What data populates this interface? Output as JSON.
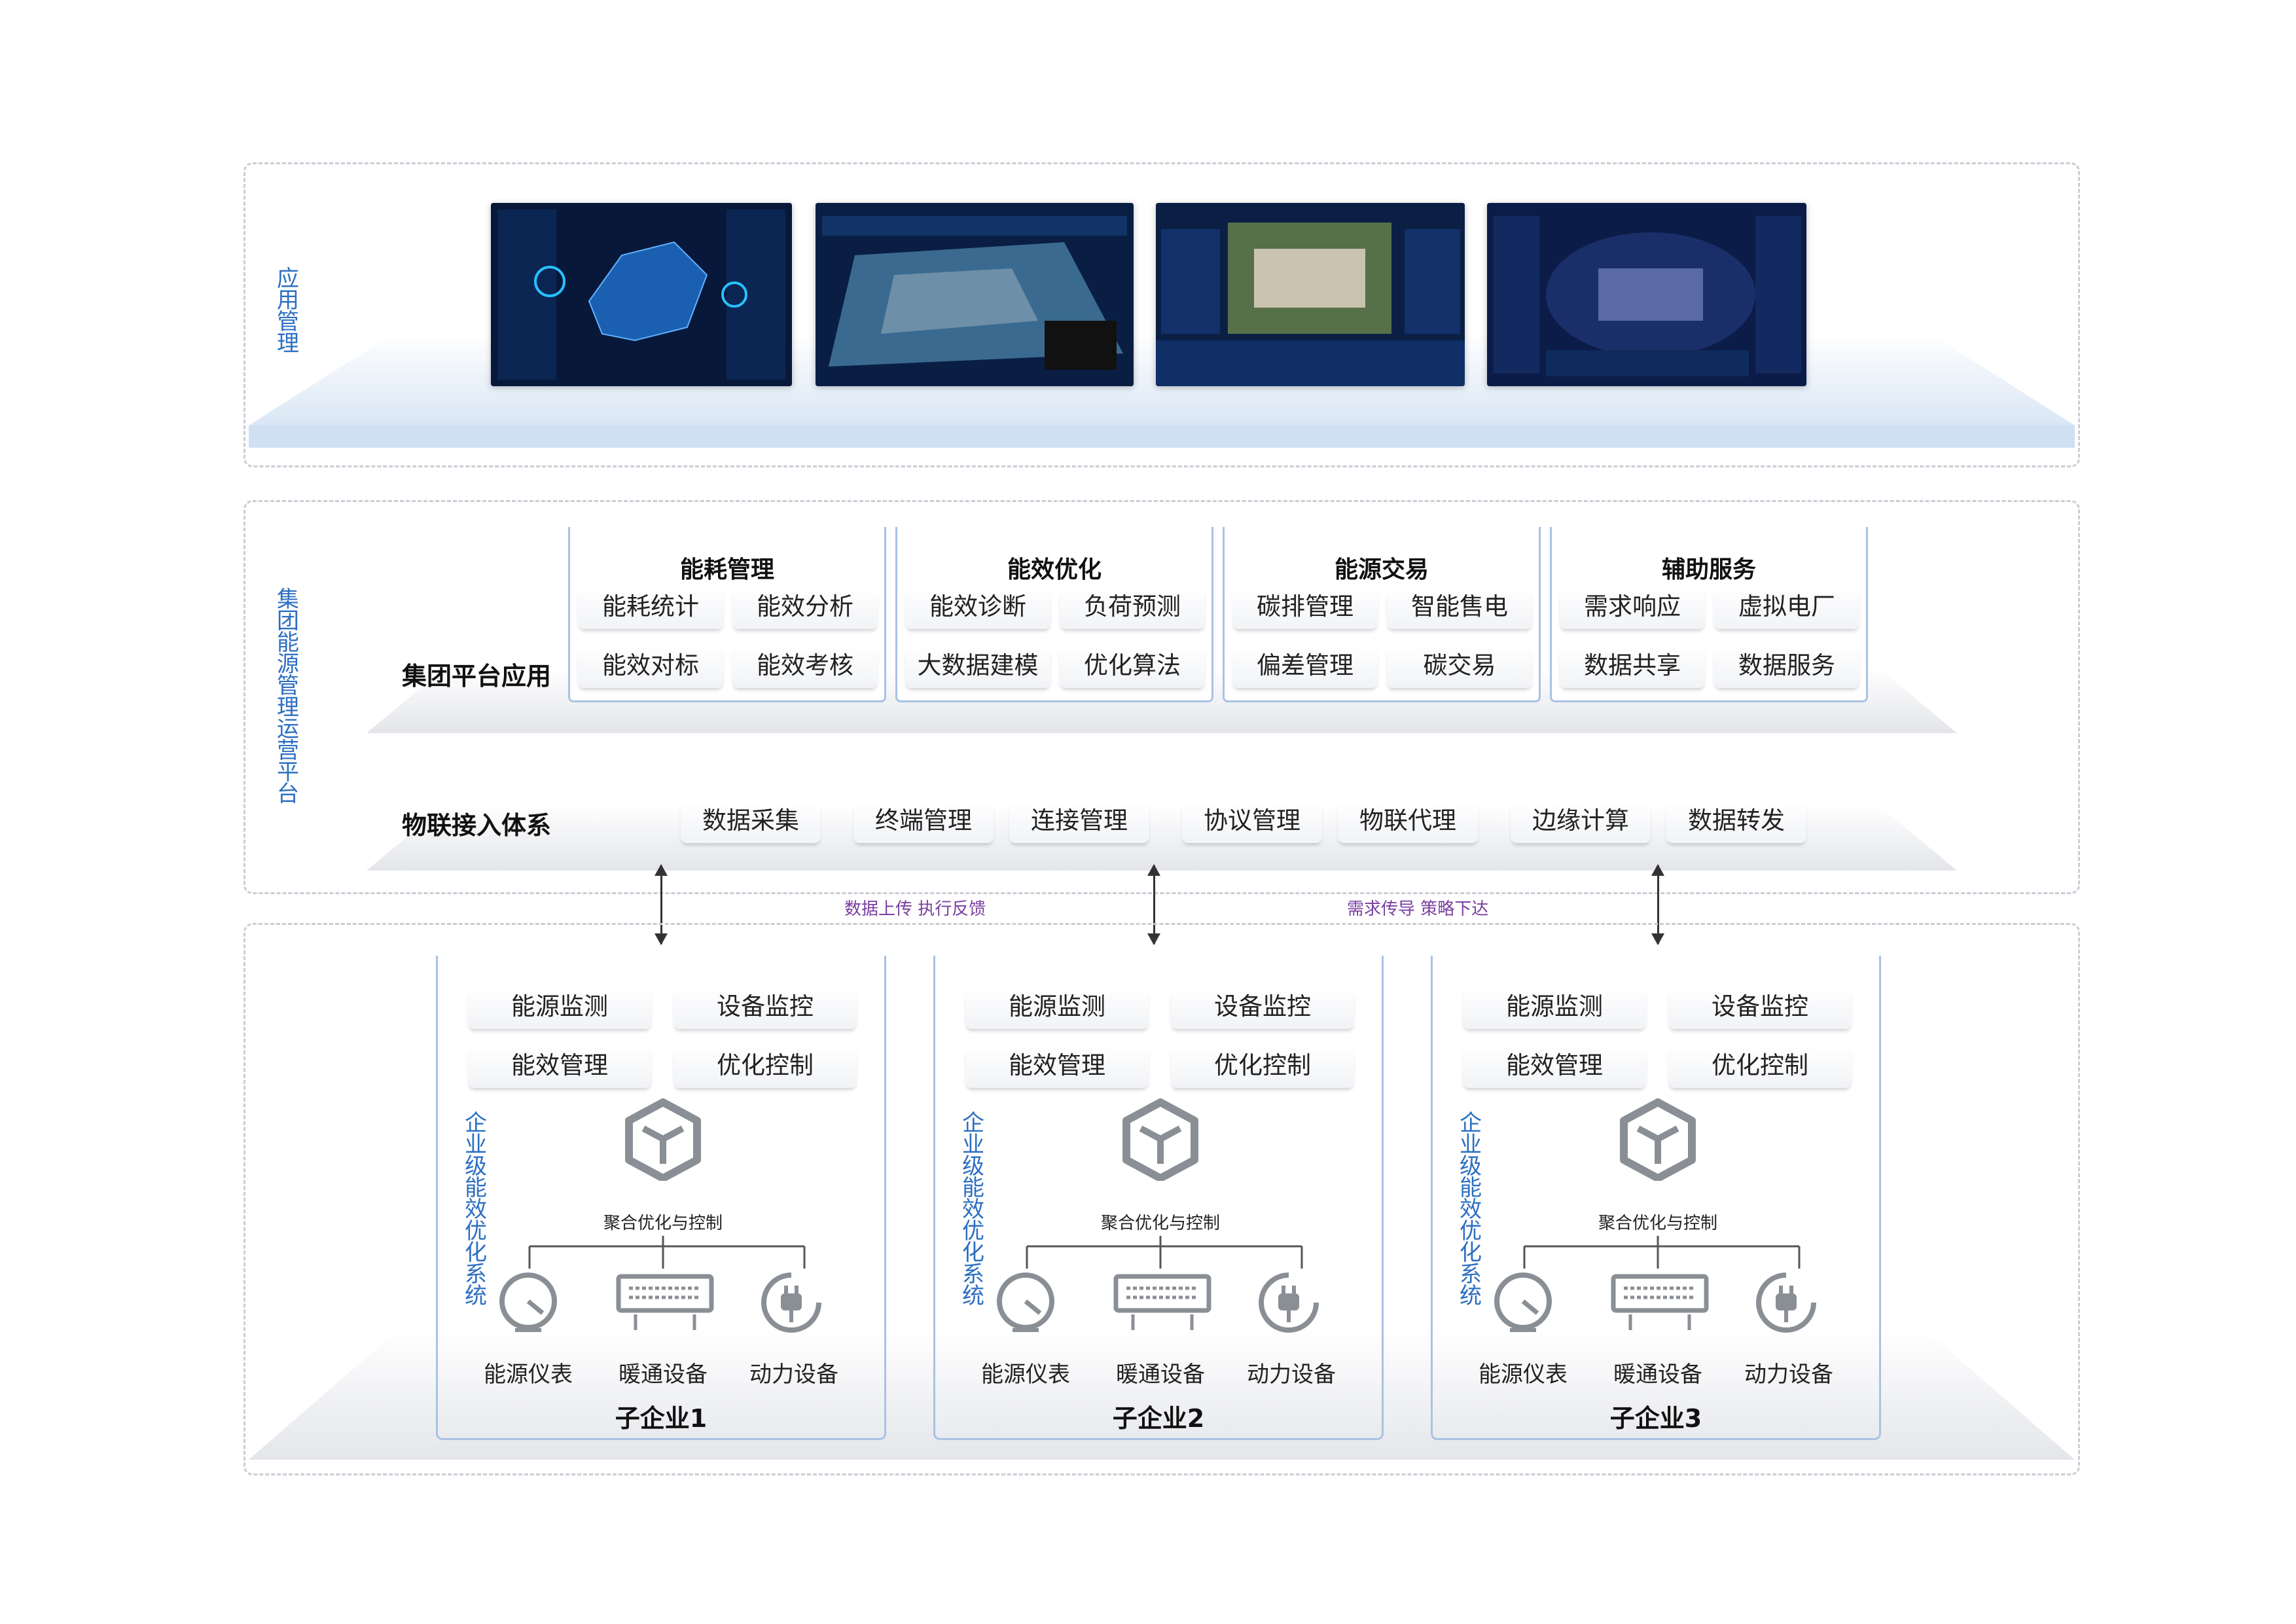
{
  "layers": {
    "app": "应用管理",
    "platform": "集团能源管理运营平台",
    "enterprise": "企业级能效优化系统"
  },
  "screens": [
    {
      "name": "regional-energy-map-dashboard"
    },
    {
      "name": "campus-3d-dashboard"
    },
    {
      "name": "building-aerial-dashboard"
    },
    {
      "name": "factory-3d-dashboard"
    }
  ],
  "platform": {
    "group_label": "集团平台应用",
    "iot_label": "物联接入体系",
    "categories": [
      {
        "title": "能耗管理",
        "items": [
          "能耗统计",
          "能效分析",
          "能效对标",
          "能效考核"
        ]
      },
      {
        "title": "能效优化",
        "items": [
          "能效诊断",
          "负荷预测",
          "大数据建模",
          "优化算法"
        ]
      },
      {
        "title": "能源交易",
        "items": [
          "碳排管理",
          "智能售电",
          "偏差管理",
          "碳交易"
        ]
      },
      {
        "title": "辅助服务",
        "items": [
          "需求响应",
          "虚拟电厂",
          "数据共享",
          "数据服务"
        ]
      }
    ],
    "iot_items": [
      "数据采集",
      "终端管理",
      "连接管理",
      "协议管理",
      "物联代理",
      "边缘计算",
      "数据转发"
    ]
  },
  "flows": {
    "left": "数据上传 执行反馈",
    "right": "需求传导 策略下达"
  },
  "enterprise": {
    "functions": [
      "能源监测",
      "设备监控",
      "能效管理",
      "优化控制"
    ],
    "aggregation": "聚合优化与控制",
    "devices": [
      "能源仪表",
      "暖通设备",
      "动力设备"
    ],
    "subsidiaries": [
      "子企业1",
      "子企业2",
      "子企业3"
    ]
  },
  "colors": {
    "accent": "#2d6fc2",
    "frame": "#c9ced6",
    "flow_text": "#7a3fa0",
    "icon_gray": "#8a8f96"
  }
}
